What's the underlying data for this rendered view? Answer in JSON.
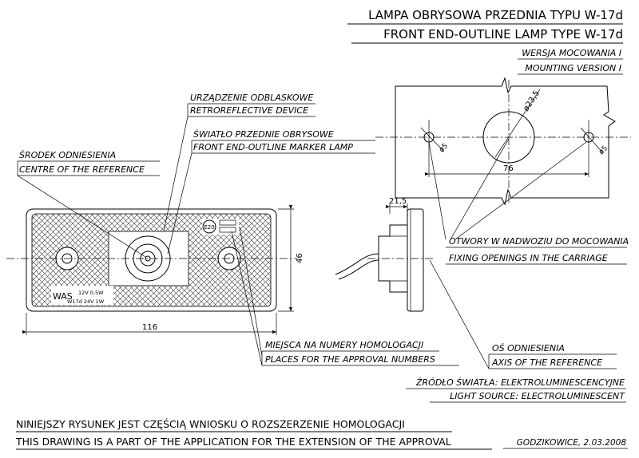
{
  "title": {
    "pl": "LAMPA OBRYSOWA PRZEDNIA TYPU W-17d",
    "en": "FRONT END-OUTLINE LAMP TYPE W-17d"
  },
  "mounting": {
    "pl": "WERSJA MOCOWANIA I",
    "en": "MOUNTING VERSION I",
    "dims": {
      "hole_left": "ø5",
      "center": "ø23,5",
      "hole_right": "ø5",
      "spacing": "76"
    }
  },
  "labels": {
    "retro_pl": "URZĄDZENIE ODBLASKOWE",
    "retro_en": "RETROREFLECTIVE DEVICE",
    "marker_pl": "ŚWIATŁO PRZEDNIE OBRYSOWE",
    "marker_en": "FRONT END-OUTLINE MARKER LAMP",
    "centre_pl": "ŚRODEK ODNIESIENIA",
    "centre_en": "CENTRE OF THE REFERENCE",
    "holes_pl": "OTWORY W NADWOZIU DO MOCOWANIA",
    "holes_en": "FIXING OPENINGS IN THE CARRIAGE",
    "approval_pl": "MIEJSCA NA NUMERY HOMOLOGACJI",
    "approval_en": "PLACES FOR THE APPROVAL NUMBERS",
    "axis_pl": "OŚ ODNIESIENIA",
    "axis_en": "AXIS OF THE REFERENCE",
    "source_pl": "ŹRÓDŁO ŚWIATŁA: ELEKTROLUMINESCENCYJNE",
    "source_en": "LIGHT SOURCE: ELECTROLUMINESCENT"
  },
  "lamp": {
    "dims": {
      "width": "116",
      "height": "46",
      "depth": "21,5"
    },
    "emark": "E20",
    "marking": {
      "brand": "WAS",
      "line1": "12V 0,5W",
      "line2": "W17d 24V 1W"
    }
  },
  "footer": {
    "pl": "NINIEJSZY RYSUNEK JEST CZĘŚCIĄ WNIOSKU O ROZSZERZENIE HOMOLOGACJI",
    "en": "THIS DRAWING IS A PART OF THE APPLICATION FOR THE EXTENSION OF THE APPROVAL",
    "place_date": "GODZIKOWICE, 2.03.2008"
  }
}
